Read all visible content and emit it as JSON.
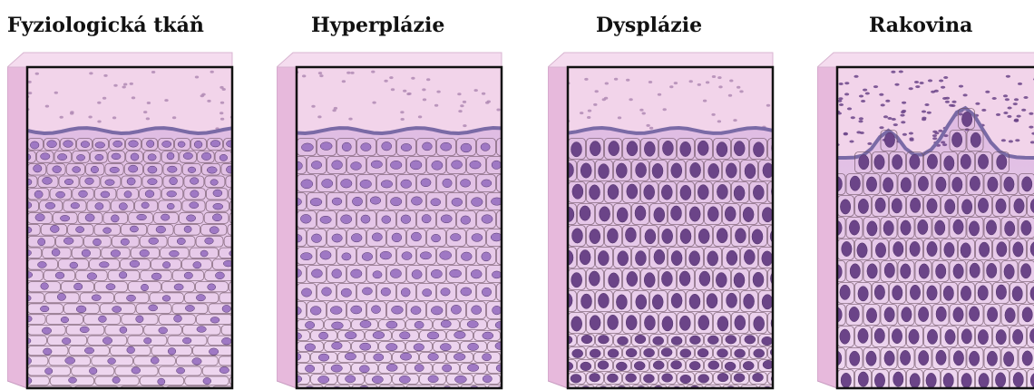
{
  "panels": [
    {
      "key": "normal",
      "title": "Fyziologická tkáň"
    },
    {
      "key": "hyper",
      "title": "Hyperplázie"
    },
    {
      "key": "dys",
      "title": "Dysplázie"
    },
    {
      "key": "cancer",
      "title": "Rakovina"
    }
  ],
  "colors": {
    "stroma": "#f2d4ea",
    "stroma_dot": "#b08ab4",
    "epithelium": "#dcb6e0",
    "membrane": "#7a6aa6",
    "cell_outline": "#6a4f5f",
    "nucleus_light": "#9f78c4",
    "nucleus_dark": "#6b4488",
    "side_face": "#e7b9dc",
    "top_face": "#f5dcef",
    "frame": "#111111"
  }
}
